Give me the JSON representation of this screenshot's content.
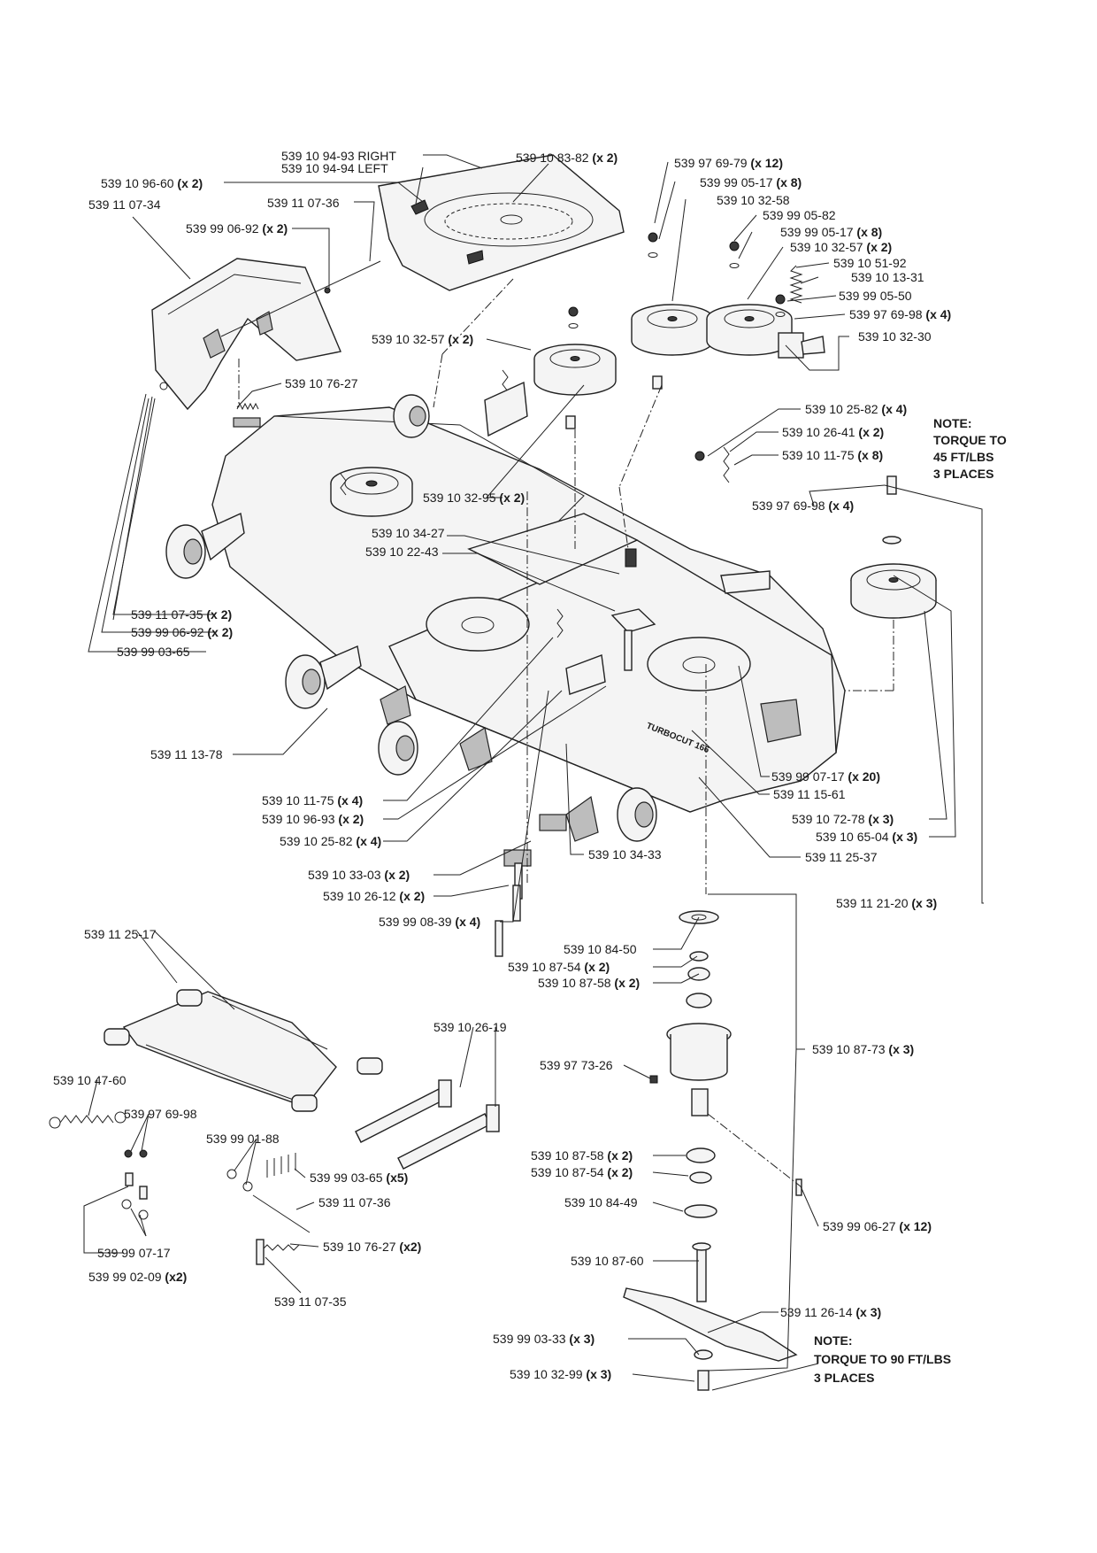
{
  "callouts": [
    {
      "id": "c1",
      "part": "539 10 94-93 RIGHT",
      "qty": ""
    },
    {
      "id": "c2",
      "part": "539 10 94-94 LEFT",
      "qty": ""
    },
    {
      "id": "c3",
      "part": "539 10 83-82",
      "qty": "(x 2)"
    },
    {
      "id": "c4",
      "part": "539 10 96-60",
      "qty": "(x 2)"
    },
    {
      "id": "c5",
      "part": "539 11 07-34",
      "qty": ""
    },
    {
      "id": "c6",
      "part": "539 11 07-36",
      "qty": ""
    },
    {
      "id": "c7",
      "part": "539 99 06-92",
      "qty": "(x 2)"
    },
    {
      "id": "c8",
      "part": "539 97 69-79",
      "qty": "(x 12)"
    },
    {
      "id": "c9",
      "part": "539 99 05-17",
      "qty": "(x 8)"
    },
    {
      "id": "c10",
      "part": "539 10 32-58",
      "qty": ""
    },
    {
      "id": "c11",
      "part": "539 99 05-82",
      "qty": ""
    },
    {
      "id": "c12",
      "part": "539 99 05-17",
      "qty": "(x 8)"
    },
    {
      "id": "c13",
      "part": "539 10 32-57",
      "qty": "(x 2)"
    },
    {
      "id": "c14",
      "part": "539 10 51-92",
      "qty": ""
    },
    {
      "id": "c15",
      "part": "539 10 13-31",
      "qty": ""
    },
    {
      "id": "c16",
      "part": "539 99 05-50",
      "qty": ""
    },
    {
      "id": "c17",
      "part": "539 97 69-98",
      "qty": "(x 4)"
    },
    {
      "id": "c18",
      "part": "539 10 32-30",
      "qty": ""
    },
    {
      "id": "c19",
      "part": "539 10 32-57",
      "qty": "(x 2)"
    },
    {
      "id": "c20",
      "part": "539 10 76-27",
      "qty": ""
    },
    {
      "id": "c21",
      "part": "539 10 25-82",
      "qty": "(x 4)"
    },
    {
      "id": "c22",
      "part": "539 10 26-41",
      "qty": "(x 2)"
    },
    {
      "id": "c23",
      "part": "539 10 11-75",
      "qty": "(x 8)"
    },
    {
      "id": "c24",
      "part": "539 97 69-98",
      "qty": "(x 4)"
    },
    {
      "id": "c25",
      "part": "539 10 32-95",
      "qty": "(x 2)"
    },
    {
      "id": "c26",
      "part": "539 10 34-27",
      "qty": ""
    },
    {
      "id": "c27",
      "part": "539 10 22-43",
      "qty": ""
    },
    {
      "id": "c28",
      "part": "539 11 07-35",
      "qty": "(x 2)"
    },
    {
      "id": "c29",
      "part": "539 99 06-92",
      "qty": "(x 2)"
    },
    {
      "id": "c30",
      "part": "539 99 03-65",
      "qty": ""
    },
    {
      "id": "c31",
      "part": "539 11 13-78",
      "qty": ""
    },
    {
      "id": "c32",
      "part": "539 99 07-17",
      "qty": "(x 20)"
    },
    {
      "id": "c33",
      "part": "539 11 15-61",
      "qty": ""
    },
    {
      "id": "c34",
      "part": "539 10 11-75",
      "qty": "(x 4)"
    },
    {
      "id": "c35",
      "part": "539 10 96-93",
      "qty": "(x 2)"
    },
    {
      "id": "c36",
      "part": "539 10 72-78",
      "qty": "(x 3)"
    },
    {
      "id": "c37",
      "part": "539 10 65-04",
      "qty": "(x 3)"
    },
    {
      "id": "c38",
      "part": "539 10 25-82",
      "qty": "(x 4)"
    },
    {
      "id": "c39",
      "part": "539 10 34-33",
      "qty": ""
    },
    {
      "id": "c40",
      "part": "539 11 25-37",
      "qty": ""
    },
    {
      "id": "c41",
      "part": "539 10 33-03",
      "qty": "(x 2)"
    },
    {
      "id": "c42",
      "part": "539 10 26-12",
      "qty": "(x 2)"
    },
    {
      "id": "c43",
      "part": "539 11 21-20",
      "qty": "(x 3)"
    },
    {
      "id": "c44",
      "part": "539 99 08-39",
      "qty": "(x 4)"
    },
    {
      "id": "c45",
      "part": "539 11 25-17",
      "qty": ""
    },
    {
      "id": "c46",
      "part": "539 10 84-50",
      "qty": ""
    },
    {
      "id": "c47",
      "part": "539 10 87-54",
      "qty": "(x 2)"
    },
    {
      "id": "c48",
      "part": "539 10 87-58",
      "qty": "(x 2)"
    },
    {
      "id": "c49",
      "part": "539 10 26-19",
      "qty": ""
    },
    {
      "id": "c50",
      "part": "539 10 87-73",
      "qty": "(x 3)"
    },
    {
      "id": "c51",
      "part": "539 10 47-60",
      "qty": ""
    },
    {
      "id": "c52",
      "part": "539 97 73-26",
      "qty": ""
    },
    {
      "id": "c53",
      "part": "539 97 69-98",
      "qty": ""
    },
    {
      "id": "c54",
      "part": "539 99 01-88",
      "qty": ""
    },
    {
      "id": "c55",
      "part": "539 99 03-65",
      "qty": "(x5)"
    },
    {
      "id": "c56",
      "part": "539 10 87-58",
      "qty": "(x 2)"
    },
    {
      "id": "c57",
      "part": "539 10 87-54",
      "qty": "(x 2)"
    },
    {
      "id": "c58",
      "part": "539 11 07-36",
      "qty": ""
    },
    {
      "id": "c59",
      "part": "539 99 06-27",
      "qty": "(x 12)"
    },
    {
      "id": "c60",
      "part": "539 10 84-49",
      "qty": ""
    },
    {
      "id": "c61",
      "part": "539 99 07-17",
      "qty": ""
    },
    {
      "id": "c62",
      "part": "539 10 76-27",
      "qty": "(x2)"
    },
    {
      "id": "c63",
      "part": "539 99 02-09",
      "qty": "(x2)"
    },
    {
      "id": "c64",
      "part": "539 10 87-60",
      "qty": ""
    },
    {
      "id": "c65",
      "part": "539 11 07-35",
      "qty": ""
    },
    {
      "id": "c66",
      "part": "539 11 26-14",
      "qty": "(x 3)"
    },
    {
      "id": "c67",
      "part": "539 99 03-33",
      "qty": "(x 3)"
    },
    {
      "id": "c68",
      "part": "539 10 32-99",
      "qty": "(x 3)"
    }
  ],
  "notes": {
    "top": [
      "NOTE:",
      "TORQUE TO",
      "45 FT/LBS",
      "3 PLACES"
    ],
    "bottom": [
      "NOTE:",
      "TORQUE TO 90 FT/LBS",
      "3 PLACES"
    ]
  },
  "deck_decal": "TURBOCUT 166"
}
